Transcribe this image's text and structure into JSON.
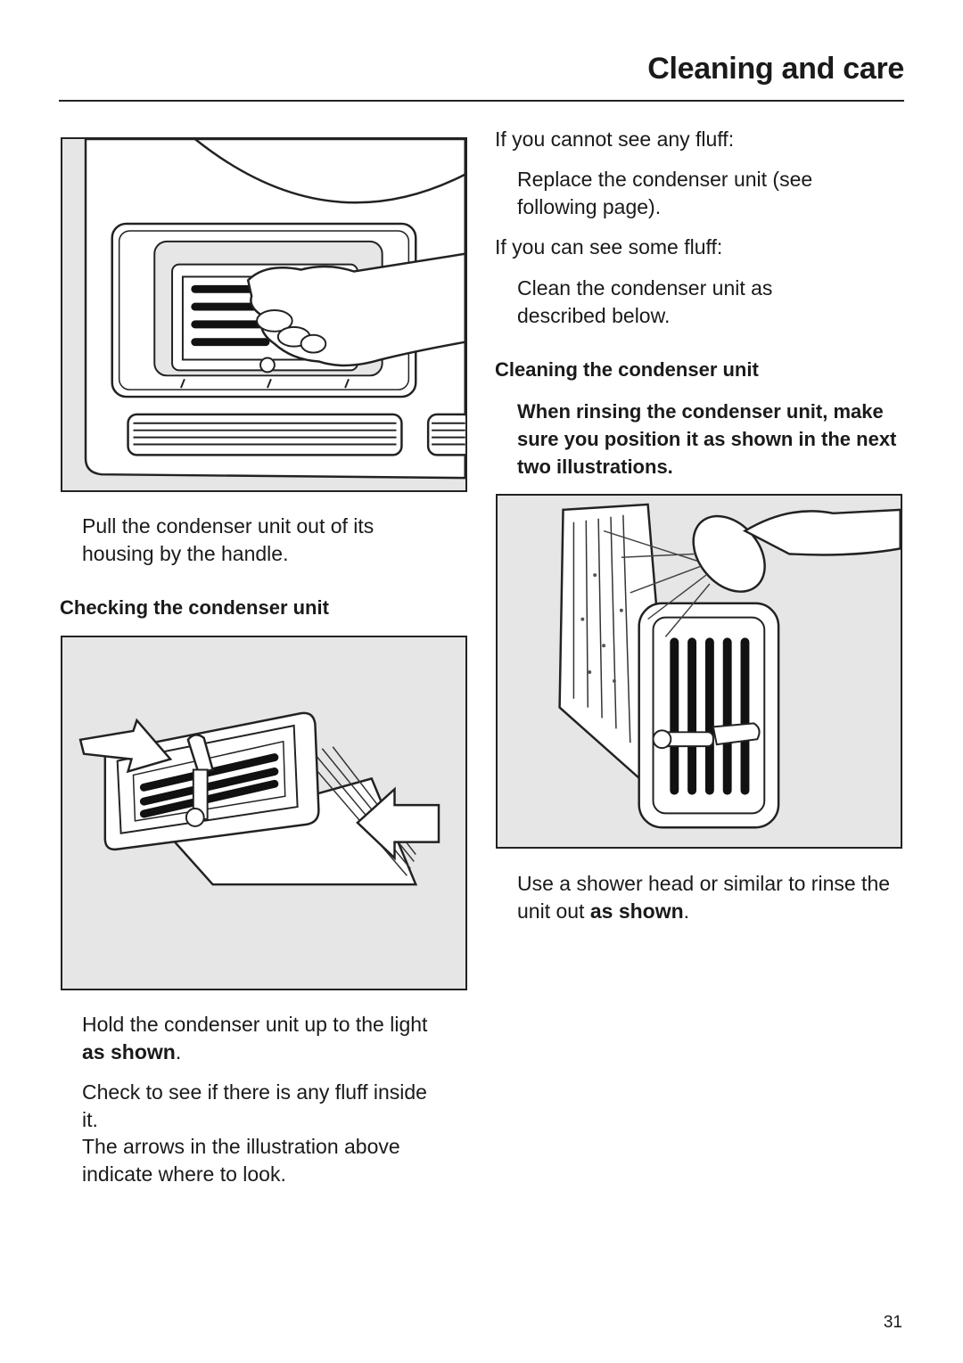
{
  "header": {
    "section_title": "Cleaning and care"
  },
  "left_column": {
    "step_pull": "Pull the condenser unit out of its housing by the handle.",
    "checking_heading": "Checking the condenser unit",
    "hold_prefix": "Hold the condenser unit up to the light ",
    "hold_emphasis": "as shown",
    "hold_suffix": ".",
    "check_line1": "Check to see if there is any fluff inside it.",
    "check_line2": "The arrows in the illustration above indicate where to look."
  },
  "right_column": {
    "cannot_see": "If you cannot see any fluff:",
    "replace": "Replace the condenser unit (see following page).",
    "can_see": "If you can see some fluff:",
    "clean": "Clean the condenser unit as described below.",
    "cleaning_heading": "Cleaning the condenser unit",
    "warning": "When rinsing the condenser unit, make sure you position it as shown in the next two illustrations.",
    "rinse_prefix": "Use a shower head or similar to rinse the unit out ",
    "rinse_emphasis": "as shown",
    "rinse_suffix": "."
  },
  "footer": {
    "page_number": "31"
  }
}
